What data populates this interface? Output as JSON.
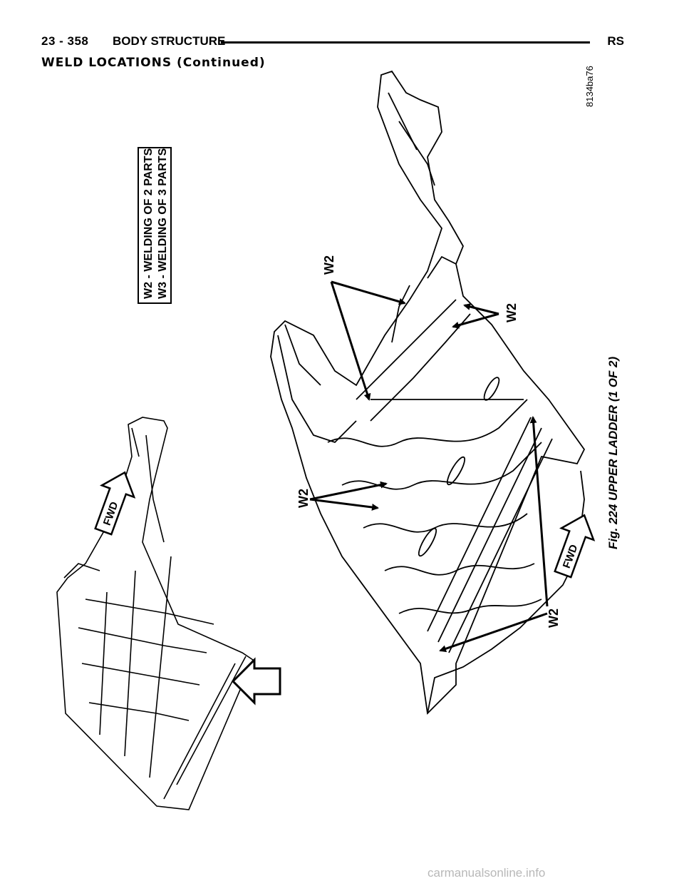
{
  "header": {
    "page_number": "23 - 358",
    "section_title": "BODY STRUCTURE",
    "manual_code": "RS"
  },
  "section_heading": "WELD LOCATIONS (Continued)",
  "legend": {
    "line1": "W2 - WELDING OF 2 PARTS",
    "line2": "W3 - WELDING OF 3 PARTS"
  },
  "figure": {
    "caption": "Fig. 224 UPPER LADDER (1 OF 2)",
    "image_id": "8134ba76",
    "callouts": [
      "W2",
      "W2",
      "W2",
      "W2"
    ],
    "fwd_labels": [
      "FWD",
      "FWD"
    ]
  },
  "watermark": "carmanualsonline.info"
}
